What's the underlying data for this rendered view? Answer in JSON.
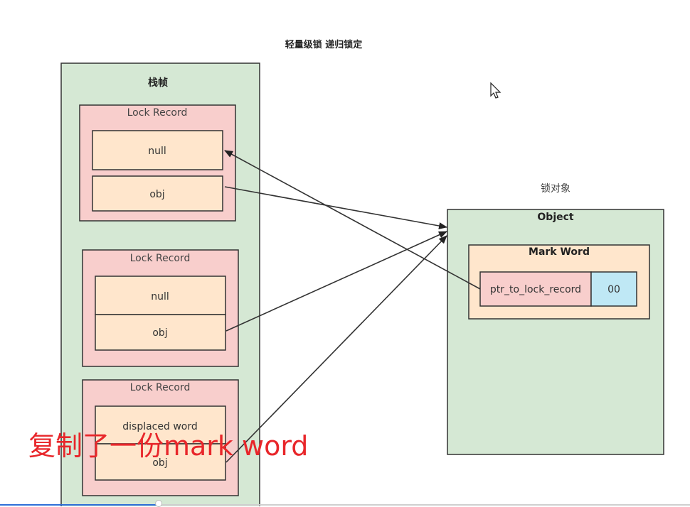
{
  "title": "轻量级锁 递归锁定",
  "stack_frame": {
    "label": "栈帧"
  },
  "lock_records": [
    {
      "label": "Lock Record",
      "cells": [
        "null",
        "obj"
      ]
    },
    {
      "label": "Lock Record",
      "cells": [
        "null",
        "obj"
      ]
    },
    {
      "label": "Lock Record",
      "cells": [
        "displaced word",
        "obj"
      ]
    }
  ],
  "lock_object": {
    "caption": "锁对象",
    "label": "Object",
    "mark_word": {
      "label": "Mark Word",
      "ptr": "ptr_to_lock_record",
      "bits": "00"
    }
  },
  "overlay_text": "复制了一份mark word",
  "player": {
    "progress": 0.23
  },
  "colors": {
    "frame_fill": "#d5e8d4",
    "record_fill": "#f8cecc",
    "cell_fill": "#ffe6cc",
    "bits_fill": "#bfe8f5",
    "overlay": "#e8262a",
    "progress": "#2f6fd8"
  }
}
